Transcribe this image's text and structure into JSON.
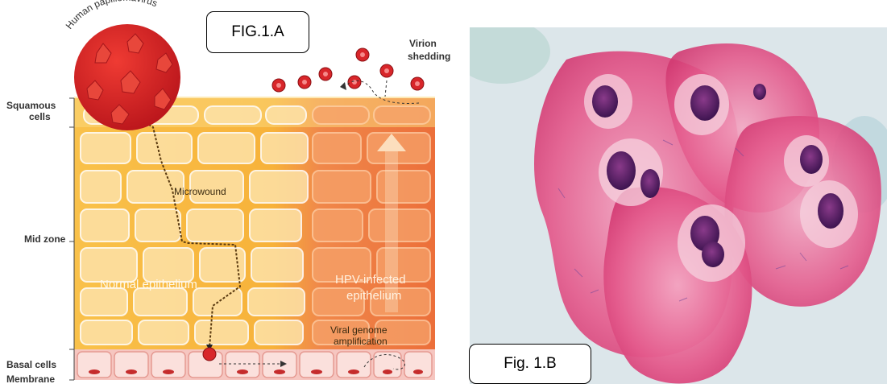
{
  "fig_a": {
    "label": "FIG.1.A",
    "virus_label": "Human papillomavirus",
    "virion_shedding": [
      "Virion",
      "shedding"
    ],
    "zones": {
      "squamous": [
        "Squamous",
        "cells"
      ],
      "mid": "Mid zone",
      "basal": "Basal cells",
      "membrane": "Membrane"
    },
    "microwound": "Microwound",
    "normal_epithelium": "Normal epithelium",
    "infected_epithelium": [
      "HPV-infected",
      "epithelium"
    ],
    "viral_genome": [
      "Viral genome",
      "amplification"
    ]
  },
  "fig_b": {
    "label": "Fig. 1.B"
  },
  "colors": {
    "normal_tissue": "#f7b53a",
    "infected_tissue": "#ef7a3a",
    "virus": "#d8262a",
    "basal": "#f6c6c0",
    "stain_pink": "#e0457a",
    "nucleus": "#5a1f6a"
  }
}
